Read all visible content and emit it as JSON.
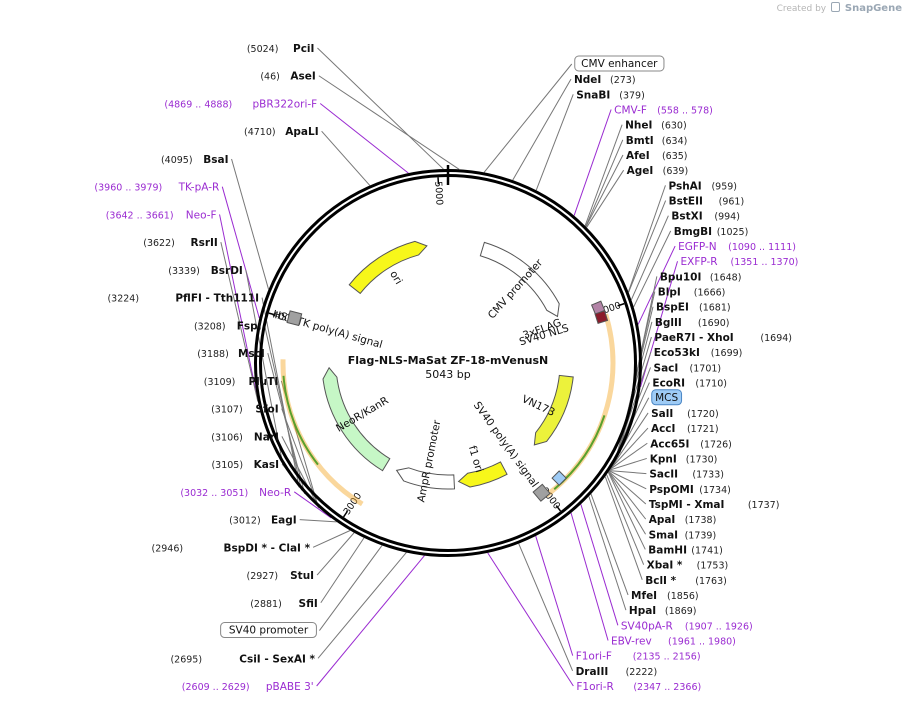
{
  "watermark": {
    "prefix": "Created by",
    "brand": "SnapGene"
  },
  "plasmid": {
    "name": "Flag-NLS-MaSat ZF-18-mVenusN",
    "size_label": "5043 bp",
    "length": 5043
  },
  "ticks": [
    {
      "pos": 1000,
      "label": "1000"
    },
    {
      "pos": 2000,
      "label": "2000"
    },
    {
      "pos": 3000,
      "label": "3000"
    },
    {
      "pos": 4000,
      "label": "4000"
    },
    {
      "pos": 5000,
      "label": "5000"
    }
  ],
  "features": [
    {
      "name": "CMV promoter",
      "start": 235,
      "end": 938,
      "type": "promoter",
      "color": "#ffffff",
      "label": "CMV promoter"
    },
    {
      "name": "3xFLAG",
      "start": 945,
      "end": 1010,
      "type": "tag",
      "color": "#b384a7",
      "label": "3xFLAG"
    },
    {
      "name": "SV40 NLS",
      "start": 1015,
      "end": 1040,
      "type": "nls",
      "color": "#8b1c2b",
      "label": "SV40 NLS"
    },
    {
      "name": "VN173",
      "start": 1350,
      "end": 1870,
      "type": "cds",
      "color": "#ecf23b",
      "label": "VN173"
    },
    {
      "name": "MCS",
      "start": 1890,
      "end": 1920,
      "type": "mcs",
      "color": "#9ecbf5",
      "label": ""
    },
    {
      "name": "SV40 poly(A) signal",
      "start": 1960,
      "end": 2080,
      "type": "polya",
      "color": "#a0a0a0",
      "label": "SV40 poly(A) signal"
    },
    {
      "name": "f1 ori",
      "start": 2130,
      "end": 2450,
      "type": "ori",
      "color": "#f7f71a",
      "label": "f1 ori"
    },
    {
      "name": "AmpR promoter",
      "start": 2480,
      "end": 2880,
      "type": "promoter",
      "color": "#ffffff",
      "label": "AmpR promoter"
    },
    {
      "name": "NeoR/KanR",
      "start": 2960,
      "end": 3750,
      "type": "cds",
      "color": "#c6f7c6",
      "label": "NeoR/KanR"
    },
    {
      "name": "HSV TK poly(A) signal",
      "start": 3760,
      "end": 4250,
      "type": "polya-region",
      "color": "#ffffff",
      "label": "HSV TK poly(A) signal"
    },
    {
      "name": "HSV TK box",
      "start": 3985,
      "end": 4035,
      "type": "polya",
      "color": "#a0a0a0",
      "label": ""
    },
    {
      "name": "ori",
      "start": 4320,
      "end": 4900,
      "type": "ori",
      "color": "#f7f71a",
      "label": "ori"
    }
  ],
  "outer_arcs": [
    {
      "name": "EGFP region",
      "start": 1020,
      "end": 2010,
      "color": "#f5a623"
    },
    {
      "name": "GFP inner",
      "start": 1520,
      "end": 1960,
      "color": "#5aa02c"
    },
    {
      "name": "Neo region",
      "start": 2960,
      "end": 3800,
      "color": "#f5a623"
    },
    {
      "name": "Neo inner",
      "start": 3250,
      "end": 3720,
      "color": "#5aa02c"
    }
  ],
  "site_labels": {
    "right": [
      {
        "name": "CMV enhancer",
        "pos": "",
        "boxed": true,
        "target": 150
      },
      {
        "name": "NdeI",
        "pos": "(273)",
        "target": 273
      },
      {
        "name": "SnaBI",
        "pos": "(379)",
        "target": 379
      },
      {
        "name": "CMV-F",
        "pos": "(558 .. 578)",
        "primer": true,
        "target": 568
      },
      {
        "name": "NheI",
        "pos": "(630)",
        "target": 630
      },
      {
        "name": "BmtI",
        "pos": "(634)",
        "target": 634
      },
      {
        "name": "AfeI",
        "pos": "(635)",
        "target": 635
      },
      {
        "name": "AgeI",
        "pos": "(639)",
        "target": 639
      },
      {
        "name": "PshAI",
        "pos": "(959)",
        "target": 959
      },
      {
        "name": "BstEII",
        "pos": "(961)",
        "target": 961
      },
      {
        "name": "BstXI",
        "pos": "(994)",
        "target": 994
      },
      {
        "name": "BmgBI",
        "pos": "(1025)",
        "target": 1025
      },
      {
        "name": "EGFP-N",
        "pos": "(1090 .. 1111)",
        "primer": true,
        "target": 1100
      },
      {
        "name": "EXFP-R",
        "pos": "(1351 .. 1370)",
        "primer": true,
        "target": 1360
      },
      {
        "name": "Bpu10I",
        "pos": "(1648)",
        "target": 1648
      },
      {
        "name": "BlpI",
        "pos": "(1666)",
        "target": 1666
      },
      {
        "name": "BspEI",
        "pos": "(1681)",
        "target": 1681
      },
      {
        "name": "BglII",
        "pos": "(1690)",
        "target": 1690
      },
      {
        "name": "PaeR7I",
        "name2": "XhoI",
        "pos": "(1694)",
        "target": 1694
      },
      {
        "name": "Eco53kI",
        "pos": "(1699)",
        "target": 1699
      },
      {
        "name": "SacI",
        "pos": "(1701)",
        "target": 1701
      },
      {
        "name": "EcoRI",
        "pos": "(1710)",
        "target": 1710
      },
      {
        "name": "MCS",
        "pos": "",
        "boxed": true,
        "blue": true,
        "target": 1715
      },
      {
        "name": "SalI",
        "pos": "(1720)",
        "target": 1720
      },
      {
        "name": "AccI",
        "pos": "(1721)",
        "target": 1721
      },
      {
        "name": "Acc65I",
        "pos": "(1726)",
        "target": 1726
      },
      {
        "name": "KpnI",
        "pos": "(1730)",
        "target": 1730
      },
      {
        "name": "SacII",
        "pos": "(1733)",
        "target": 1733
      },
      {
        "name": "PspOMI",
        "pos": "(1734)",
        "target": 1734
      },
      {
        "name": "TspMI",
        "name2": "XmaI",
        "pos": "(1737)",
        "target": 1737
      },
      {
        "name": "ApaI",
        "pos": "(1738)",
        "target": 1738
      },
      {
        "name": "SmaI",
        "pos": "(1739)",
        "target": 1739
      },
      {
        "name": "BamHI",
        "pos": "(1741)",
        "target": 1741
      },
      {
        "name": "XbaI *",
        "pos": "(1753)",
        "target": 1753
      },
      {
        "name": "BclI *",
        "pos": "(1763)",
        "target": 1763
      },
      {
        "name": "MfeI",
        "pos": "(1856)",
        "target": 1856
      },
      {
        "name": "HpaI",
        "pos": "(1869)",
        "target": 1869
      },
      {
        "name": "SV40pA-R",
        "pos": "(1907 .. 1926)",
        "primer": true,
        "target": 1916
      },
      {
        "name": "EBV-rev",
        "pos": "(1961 .. 1980)",
        "primer": true,
        "target": 1970
      },
      {
        "name": "F1ori-F",
        "pos": "(2135 .. 2156)",
        "primer": true,
        "target": 2145
      },
      {
        "name": "DraIII",
        "pos": "(2222)",
        "target": 2222
      },
      {
        "name": "F1ori-R",
        "pos": "(2347 .. 2366)",
        "primer": true,
        "target": 2356
      }
    ],
    "left": [
      {
        "name": "PciI",
        "pos": "(5024)",
        "target": 5024
      },
      {
        "name": "AseI",
        "pos": "(46)",
        "target": 46
      },
      {
        "name": "pBR322ori-F",
        "pos": "(4869 .. 4888)",
        "primer": true,
        "target": 4878
      },
      {
        "name": "ApaLI",
        "pos": "(4710)",
        "target": 4710
      },
      {
        "name": "BsaI",
        "pos": "(4095)",
        "target": 4095
      },
      {
        "name": "TK-pA-R",
        "pos": "(3960 .. 3979)",
        "primer": true,
        "target": 3970
      },
      {
        "name": "Neo-F",
        "pos": "(3642 .. 3661)",
        "primer": true,
        "target": 3652
      },
      {
        "name": "RsrII",
        "pos": "(3622)",
        "target": 3622
      },
      {
        "name": "BsrDI",
        "pos": "(3339)",
        "target": 3339
      },
      {
        "name": "PflFI",
        "name2": "Tth111I",
        "pos": "(3224)",
        "target": 3224
      },
      {
        "name": "FspI",
        "pos": "(3208)",
        "target": 3208
      },
      {
        "name": "MscI",
        "pos": "(3188)",
        "target": 3188
      },
      {
        "name": "PluTI",
        "pos": "(3109)",
        "target": 3109
      },
      {
        "name": "SfoI",
        "pos": "(3107)",
        "target": 3107
      },
      {
        "name": "NarI",
        "pos": "(3106)",
        "target": 3106
      },
      {
        "name": "KasI",
        "pos": "(3105)",
        "target": 3105
      },
      {
        "name": "Neo-R",
        "pos": "(3032 .. 3051)",
        "primer": true,
        "target": 3040
      },
      {
        "name": "EagI",
        "pos": "(3012)",
        "target": 3012
      },
      {
        "name": "BspDI *",
        "name2": "ClaI *",
        "pos": "(2946)",
        "target": 2946
      },
      {
        "name": "StuI",
        "pos": "(2927)",
        "target": 2927
      },
      {
        "name": "SfiI",
        "pos": "(2881)",
        "target": 2881
      },
      {
        "name": "SV40 promoter",
        "pos": "",
        "boxed": true,
        "target": 2800
      },
      {
        "name": "CsiI",
        "name2": "SexAI *",
        "pos": "(2695)",
        "target": 2695
      },
      {
        "name": "pBABE 3'",
        "pos": "(2609 .. 2629)",
        "primer": true,
        "target": 2619
      }
    ]
  }
}
